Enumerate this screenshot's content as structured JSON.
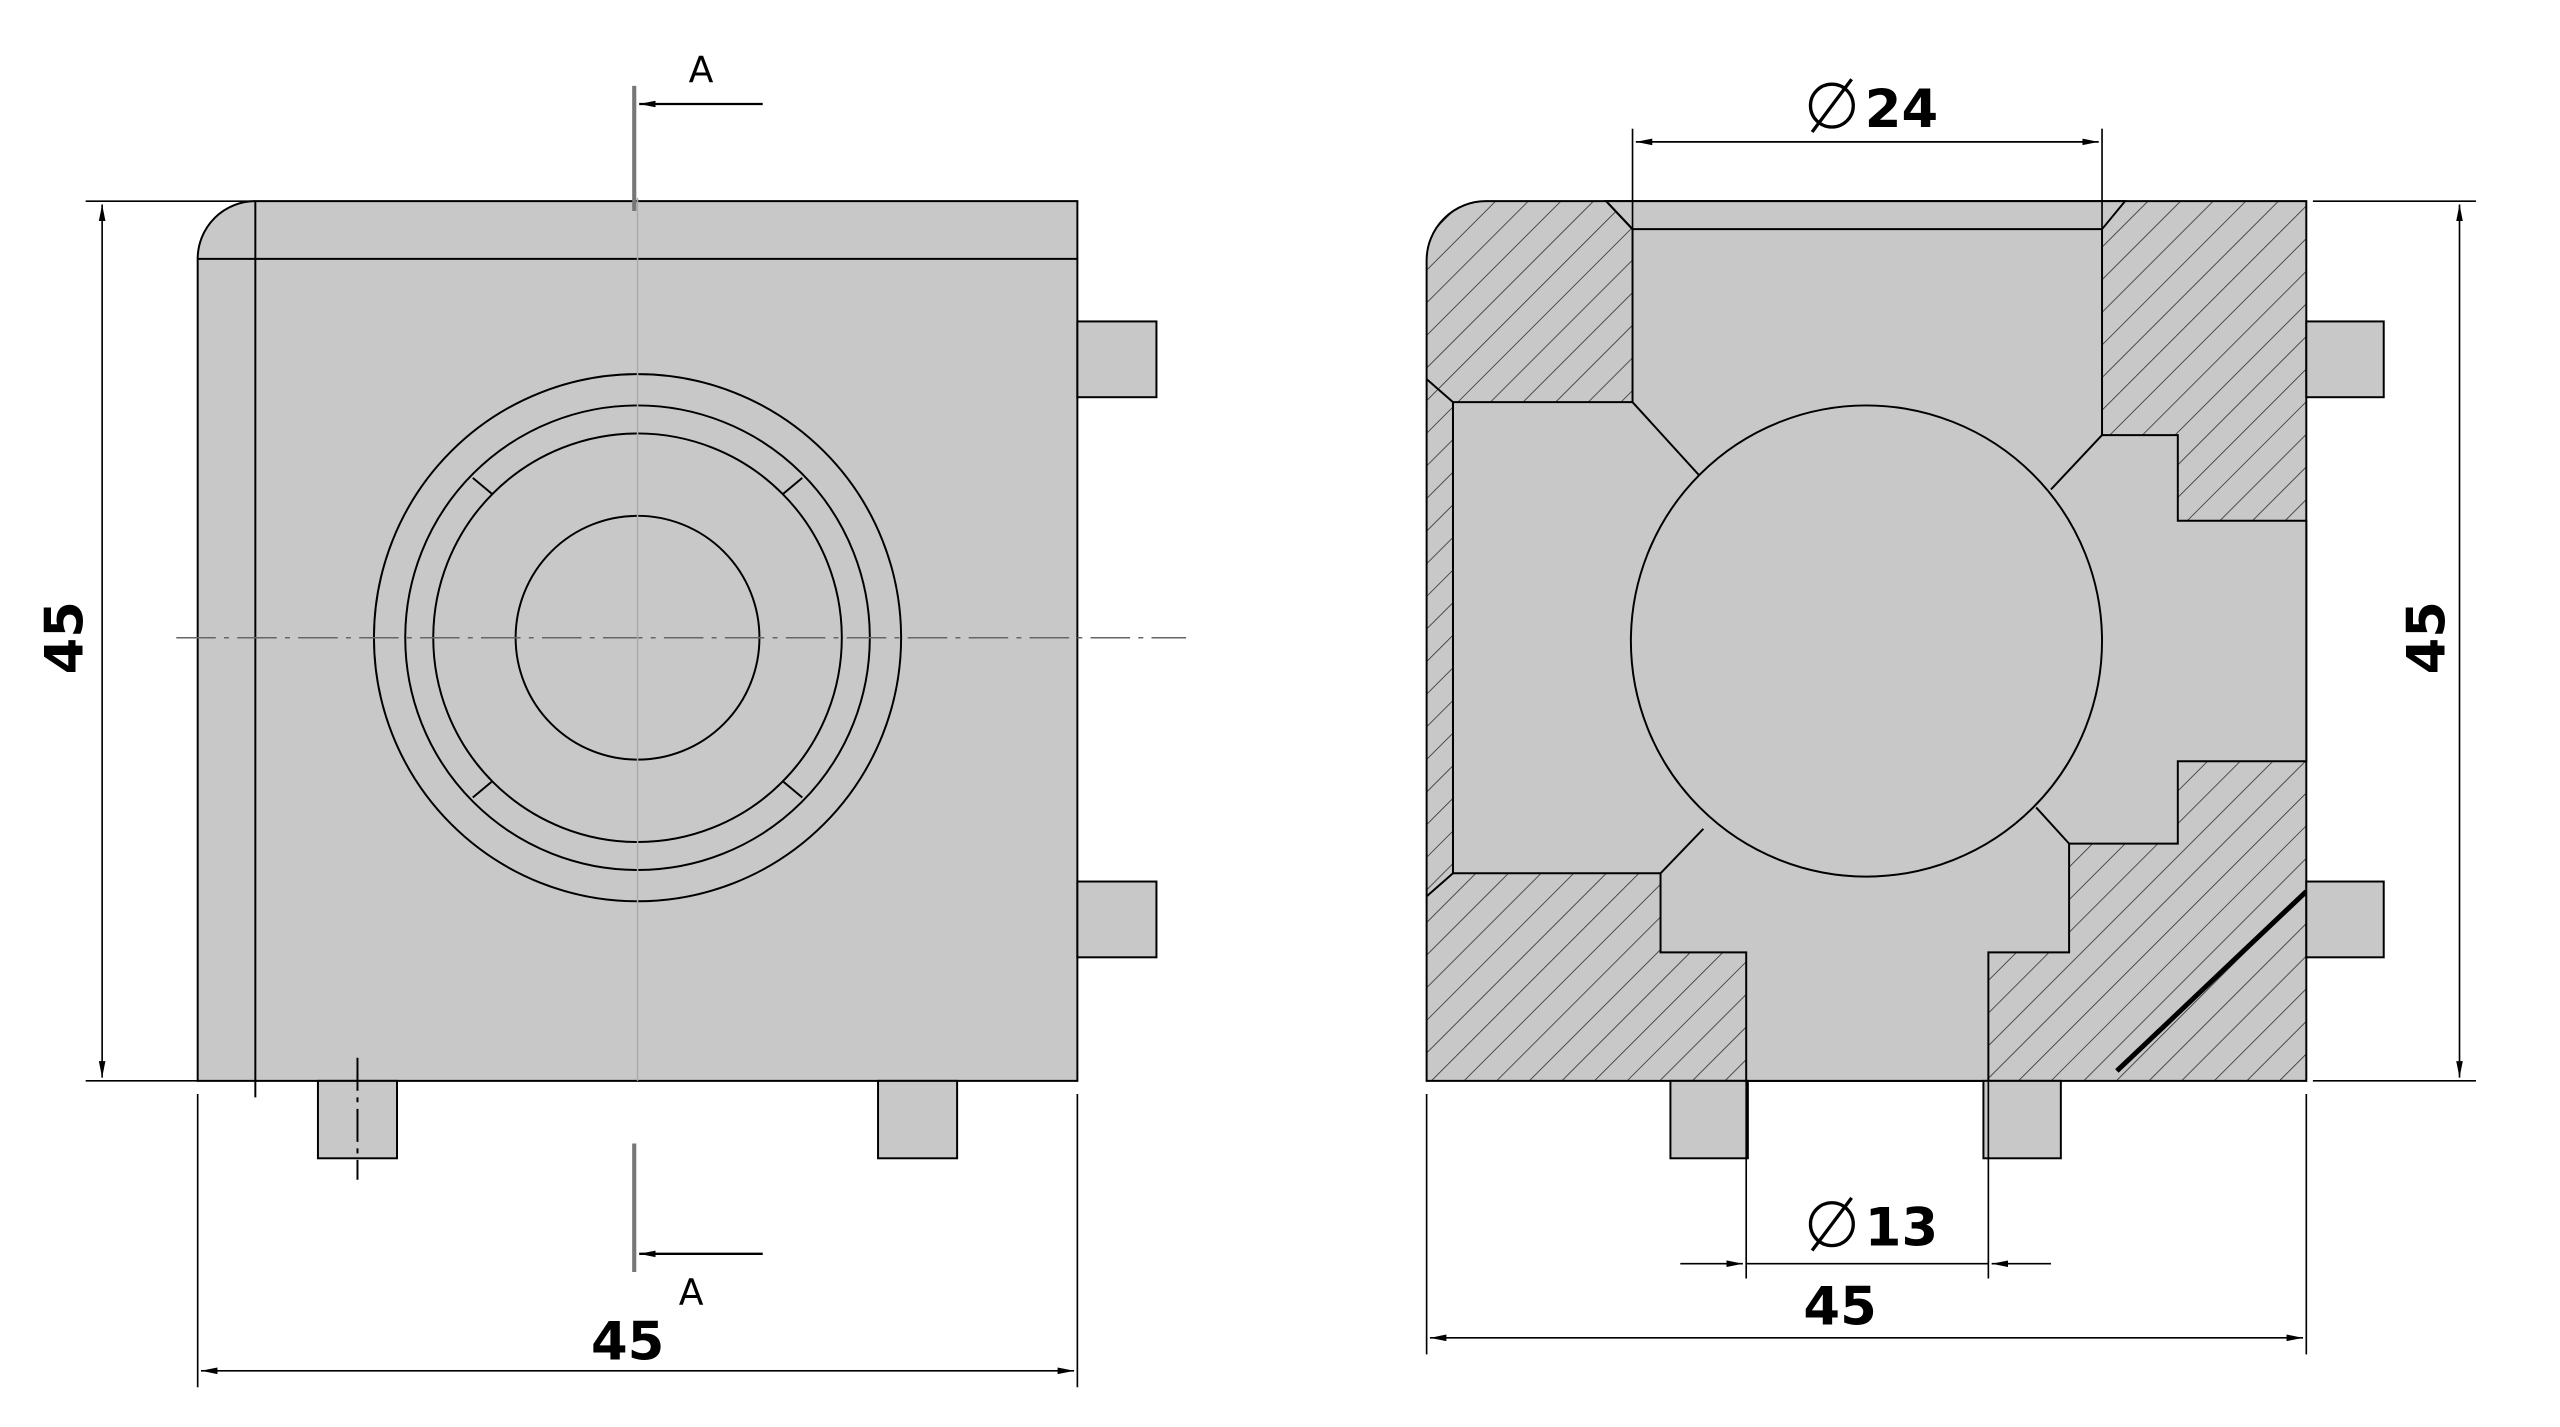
{
  "colors": {
    "part_fill": "#c8c8c8",
    "line": "#000000",
    "hatch": "#333333",
    "center_line": "#888888",
    "background": "#ffffff"
  },
  "left_view": {
    "dim_height": "45",
    "dim_width": "45",
    "section_label_top": "A",
    "section_label_bottom": "A"
  },
  "right_view": {
    "dim_diameter_top": "24",
    "dim_diameter_bottom": "13",
    "dim_height": "45",
    "dim_width": "45",
    "diameter_symbol": "⌀"
  }
}
